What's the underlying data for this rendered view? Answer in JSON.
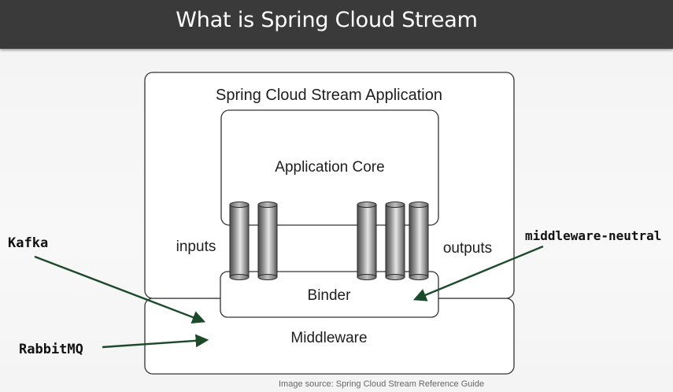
{
  "title": "What is Spring Cloud Stream",
  "diagram": {
    "application_label": "Spring Cloud Stream Application",
    "core_label": "Application Core",
    "inputs_label": "inputs",
    "outputs_label": "outputs",
    "binder_label": "Binder",
    "middleware_label": "Middleware"
  },
  "annotations": {
    "kafka": "Kafka",
    "rabbitmq": "RabbitMQ",
    "middleware_neutral": "middleware-neutral"
  },
  "arrow_color": "#1d4a2b",
  "source_caption": "Image source: Spring Cloud Stream Reference Guide"
}
